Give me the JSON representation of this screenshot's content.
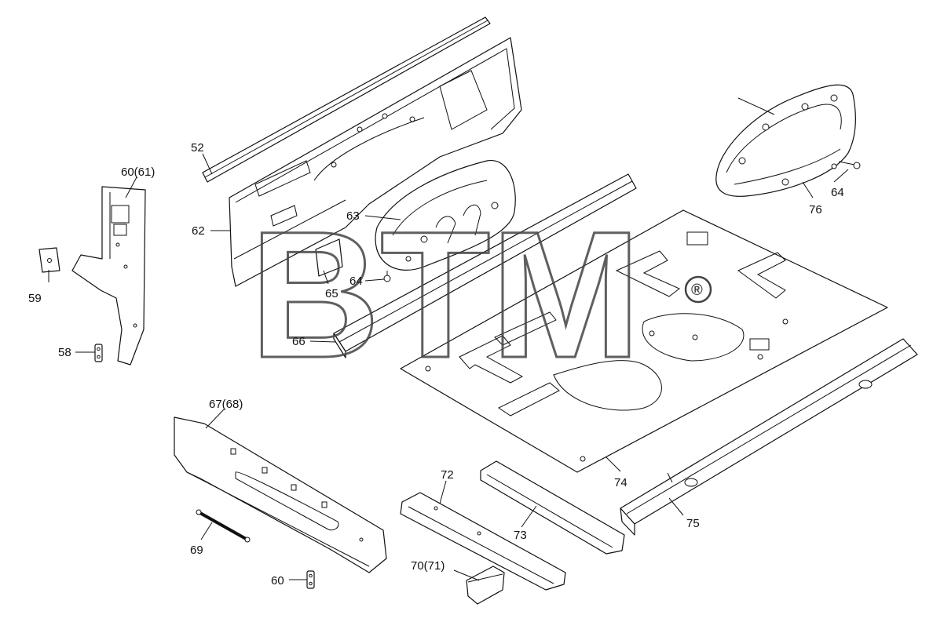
{
  "labels": {
    "p52": "52",
    "p60_61": "60(61)",
    "p59": "59",
    "p58": "58",
    "p62": "62",
    "p63": "63",
    "p64a": "64",
    "p65": "65",
    "p66": "66",
    "p64b": "64",
    "p76": "76",
    "p67_68": "67(68)",
    "p69": "69",
    "p60": "60",
    "p72": "72",
    "p73": "73",
    "p70_71": "70(71)",
    "p74": "74",
    "p75": "75"
  },
  "watermark": {
    "text": "BTM",
    "mark": "®"
  }
}
